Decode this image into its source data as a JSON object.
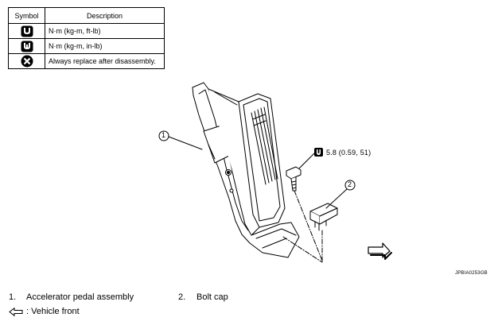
{
  "legend": {
    "header_symbol": "Symbol",
    "header_description": "Description",
    "rows": [
      {
        "icon": "torque-wrench-icon",
        "description": "N·m (kg-m, ft-lb)"
      },
      {
        "icon": "torque-wrench-inlb-icon",
        "description": "N·m (kg-m, in-lb)"
      },
      {
        "icon": "replace-part-icon",
        "description": "Always replace after disassembly."
      }
    ]
  },
  "diagram": {
    "callout_1": "1",
    "callout_2": "2",
    "torque_value": "5.8 (0.59, 51)",
    "reference_code": "JPBIA0253GB"
  },
  "captions": {
    "item_1_number": "1.",
    "item_1_text": "Accelerator pedal assembly",
    "item_2_number": "2.",
    "item_2_text": "Bolt cap",
    "vehicle_front": ": Vehicle front"
  }
}
